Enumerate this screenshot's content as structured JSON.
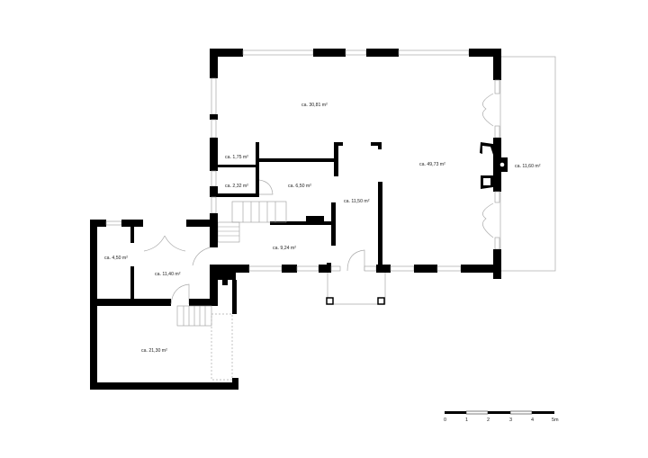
{
  "plan": {
    "type": "architectural floor plan",
    "rooms": [
      {
        "id": "living",
        "label": "ca. 30,81 m²"
      },
      {
        "id": "small-wc",
        "label": "ca. 1,75 m²"
      },
      {
        "id": "bath",
        "label": "ca. 2,32 m²"
      },
      {
        "id": "kitchen",
        "label": "ca. 6,50 m²"
      },
      {
        "id": "hall",
        "label": "ca. 11,50 m²"
      },
      {
        "id": "salon",
        "label": "ca. 49,73 m²"
      },
      {
        "id": "terrace",
        "label": "ca. 11,60 m²"
      },
      {
        "id": "stair-hall",
        "label": "ca. 9,24 m²"
      },
      {
        "id": "storage",
        "label": "ca. 4,50 m²"
      },
      {
        "id": "entry",
        "label": "ca. 11,40 m²"
      },
      {
        "id": "garage",
        "label": "ca. 21,30 m²"
      }
    ]
  },
  "scale_bar": {
    "ticks": [
      "0",
      "1",
      "2",
      "3",
      "4",
      "5m"
    ],
    "colors": {
      "dark": "#000000",
      "light": "#ffffff"
    }
  }
}
